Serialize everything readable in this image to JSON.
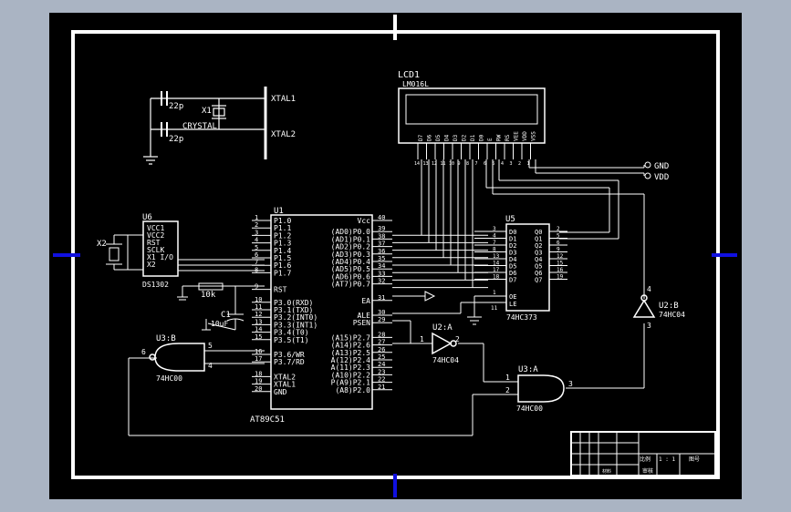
{
  "colors": {
    "page": "#aab4c3",
    "sheet": "#000000",
    "line": "#ffffff",
    "marker": "#1010e0"
  },
  "lcd": {
    "ref": "LCD1",
    "part": "LM016L",
    "pins": [
      "D7",
      "D6",
      "D5",
      "D4",
      "D3",
      "D2",
      "D1",
      "D0",
      "E",
      "RW",
      "RS",
      "VEE",
      "VDD",
      "VSS"
    ],
    "pin_numbers": [
      "14",
      "13",
      "12",
      "11",
      "10",
      "9",
      "8",
      "7",
      "6",
      "5",
      "4",
      "3",
      "2",
      "1"
    ]
  },
  "crystal": {
    "cap1": "22p",
    "cap2": "22p",
    "ref": "X1",
    "part": "CRYSTAL",
    "xtal1": "XTAL1",
    "xtal2": "XTAL2"
  },
  "ds1302": {
    "ref": "U6",
    "part": "DS1302",
    "crystal_ref": "X2",
    "pins": [
      "VCC1",
      "VCC2",
      "RST",
      "SCLK",
      "X1 I/O",
      "X2"
    ]
  },
  "mcu": {
    "ref": "U1",
    "part": "AT89C51",
    "left_pins": [
      {
        "n": "1",
        "l": "P1.0"
      },
      {
        "n": "2",
        "l": "P1.1"
      },
      {
        "n": "3",
        "l": "P1.2"
      },
      {
        "n": "4",
        "l": "P1.3"
      },
      {
        "n": "5",
        "l": "P1.4"
      },
      {
        "n": "6",
        "l": "P1.5"
      },
      {
        "n": "7",
        "l": "P1.6"
      },
      {
        "n": "8",
        "l": "P1.7"
      },
      {
        "n": "9",
        "l": "RST"
      },
      {
        "n": "10",
        "l": "P3.0(RXD)"
      },
      {
        "n": "11",
        "l": "P3.1(TXD)"
      },
      {
        "n": "12",
        "l": "P3.2(INT0)"
      },
      {
        "n": "13",
        "l": "P3.3(INT1)"
      },
      {
        "n": "14",
        "l": "P3.4(T0)"
      },
      {
        "n": "15",
        "l": "P3.5(T1)"
      },
      {
        "n": "16",
        "l": "P3.6/WR"
      },
      {
        "n": "17",
        "l": "P3.7/RD"
      },
      {
        "n": "18",
        "l": "XTAL2"
      },
      {
        "n": "19",
        "l": "XTAL1"
      },
      {
        "n": "20",
        "l": "GND"
      }
    ],
    "right_pins": [
      {
        "n": "40",
        "l": "Vcc"
      },
      {
        "n": "39",
        "l": "(AD0)P0.0"
      },
      {
        "n": "38",
        "l": "(AD1)P0.1"
      },
      {
        "n": "37",
        "l": "(AD2)P0.2"
      },
      {
        "n": "36",
        "l": "(AD3)P0.3"
      },
      {
        "n": "35",
        "l": "(AD4)P0.4"
      },
      {
        "n": "34",
        "l": "(AD5)P0.5"
      },
      {
        "n": "33",
        "l": "(AD6)P0.6"
      },
      {
        "n": "32",
        "l": "(AT7)P0.7"
      },
      {
        "n": "31",
        "l": "EA"
      },
      {
        "n": "30",
        "l": "ALE"
      },
      {
        "n": "29",
        "l": "PSEN"
      },
      {
        "n": "28",
        "l": "(A15)P2.7"
      },
      {
        "n": "27",
        "l": "(A14)P2.6"
      },
      {
        "n": "26",
        "l": "(A13)P2.5"
      },
      {
        "n": "25",
        "l": "A(12)P2.4"
      },
      {
        "n": "24",
        "l": "A(11)P2.3"
      },
      {
        "n": "23",
        "l": "(A10)P2.2"
      },
      {
        "n": "22",
        "l": "P(A9)P2.1"
      },
      {
        "n": "21",
        "l": "(A8)P2.0"
      }
    ]
  },
  "latch": {
    "ref": "U5",
    "part": "74HC373",
    "inputs": [
      "D0",
      "D1",
      "D2",
      "D3",
      "D4",
      "D5",
      "D6",
      "D7"
    ],
    "outputs": [
      "Q0",
      "Q1",
      "Q2",
      "Q3",
      "Q4",
      "Q5",
      "Q6",
      "Q7"
    ],
    "in_numbers": [
      "3",
      "4",
      "7",
      "8",
      "13",
      "14",
      "17",
      "18"
    ],
    "out_numbers": [
      "2",
      "5",
      "6",
      "9",
      "12",
      "15",
      "16",
      "19"
    ],
    "oe": "OE",
    "le": "LE",
    "oe_n": "1",
    "le_n": "11"
  },
  "reset": {
    "resistor": "10k",
    "cap_ref": "C1",
    "cap_value": "10uF"
  },
  "gates": {
    "u3b": {
      "ref": "U3:B",
      "part": "74HC00",
      "pins": [
        "5",
        "4",
        "6"
      ]
    },
    "u2a": {
      "ref": "U2:A",
      "part": "74HC04",
      "pins": [
        "1",
        "2"
      ]
    },
    "u3a": {
      "ref": "U3:A",
      "part": "74HC00",
      "pins": [
        "1",
        "2",
        "3"
      ]
    },
    "u2b": {
      "ref": "U2:B",
      "part": "74HC04",
      "pins": [
        "4",
        "3"
      ]
    }
  },
  "power": {
    "gnd": "GND",
    "vdd": "VDD"
  },
  "title_block": {
    "cell_a": "比例",
    "cell_b": "1 : 1",
    "cell_c": "图号",
    "cell_d": "材料",
    "cell_e": "审核"
  }
}
